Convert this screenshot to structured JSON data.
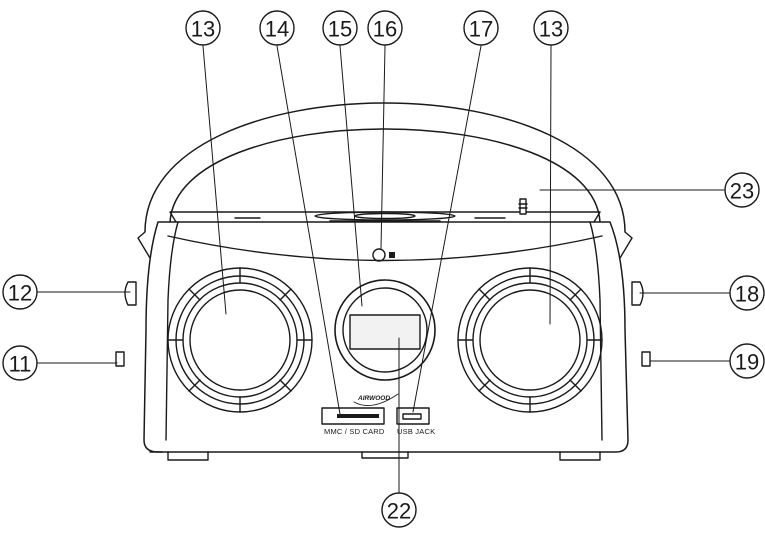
{
  "callouts": {
    "c13_left": "13",
    "c14": "14",
    "c15": "15",
    "c16": "16",
    "c17": "17",
    "c13_right": "13",
    "c23": "23",
    "c12": "12",
    "c11": "11",
    "c18": "18",
    "c19": "19",
    "c22": "22"
  },
  "labels": {
    "card_slot": "MMC / SD  CARD",
    "usb_jack": "USB  JACK",
    "brand": "AIRWOOD"
  },
  "colors": {
    "line": "#1a1a1a",
    "display": "#f2f2f2",
    "background": "#ffffff"
  }
}
